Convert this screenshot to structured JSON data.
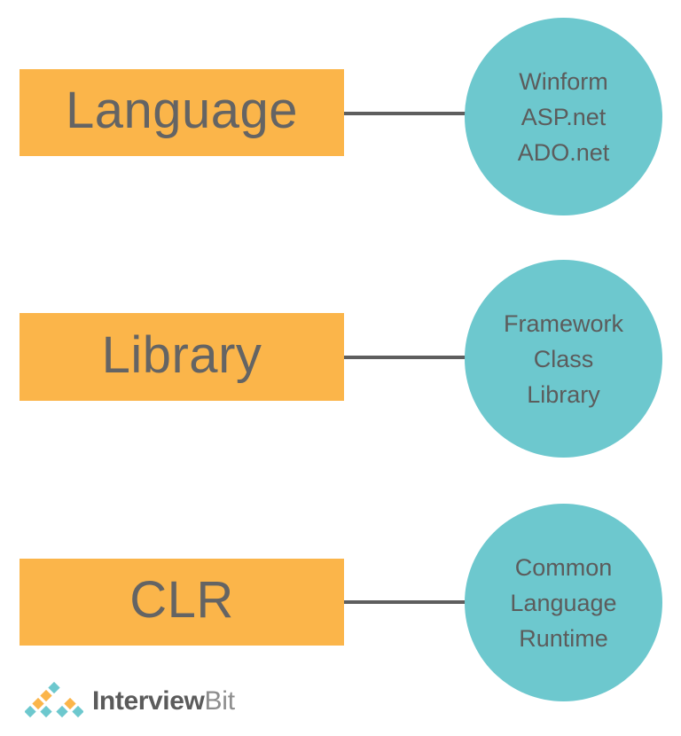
{
  "diagram": {
    "type": "concept-map",
    "title": "",
    "colors": {
      "concept_box_fill": "#FBB54A",
      "detail_circle_fill": "#6DC8CE",
      "text": "#5C5C5C",
      "connector": "#5E5E5E",
      "background": "#FFFFFF"
    },
    "rows": [
      {
        "concept": "Language",
        "details": [
          "Winform",
          "ASP.net",
          "ADO.net"
        ]
      },
      {
        "concept": "Library",
        "details": [
          "Framework",
          "Class",
          "Library"
        ]
      },
      {
        "concept": "CLR",
        "details": [
          "Common",
          "Language",
          "Runtime"
        ]
      }
    ]
  },
  "logo": {
    "name": "interviewbit-logo",
    "word_primary": "Interview",
    "word_secondary": "Bit",
    "mark_colors": {
      "teal": "#6DC8CE",
      "orange": "#FBB54A",
      "outline": "#E8E8E8"
    }
  }
}
